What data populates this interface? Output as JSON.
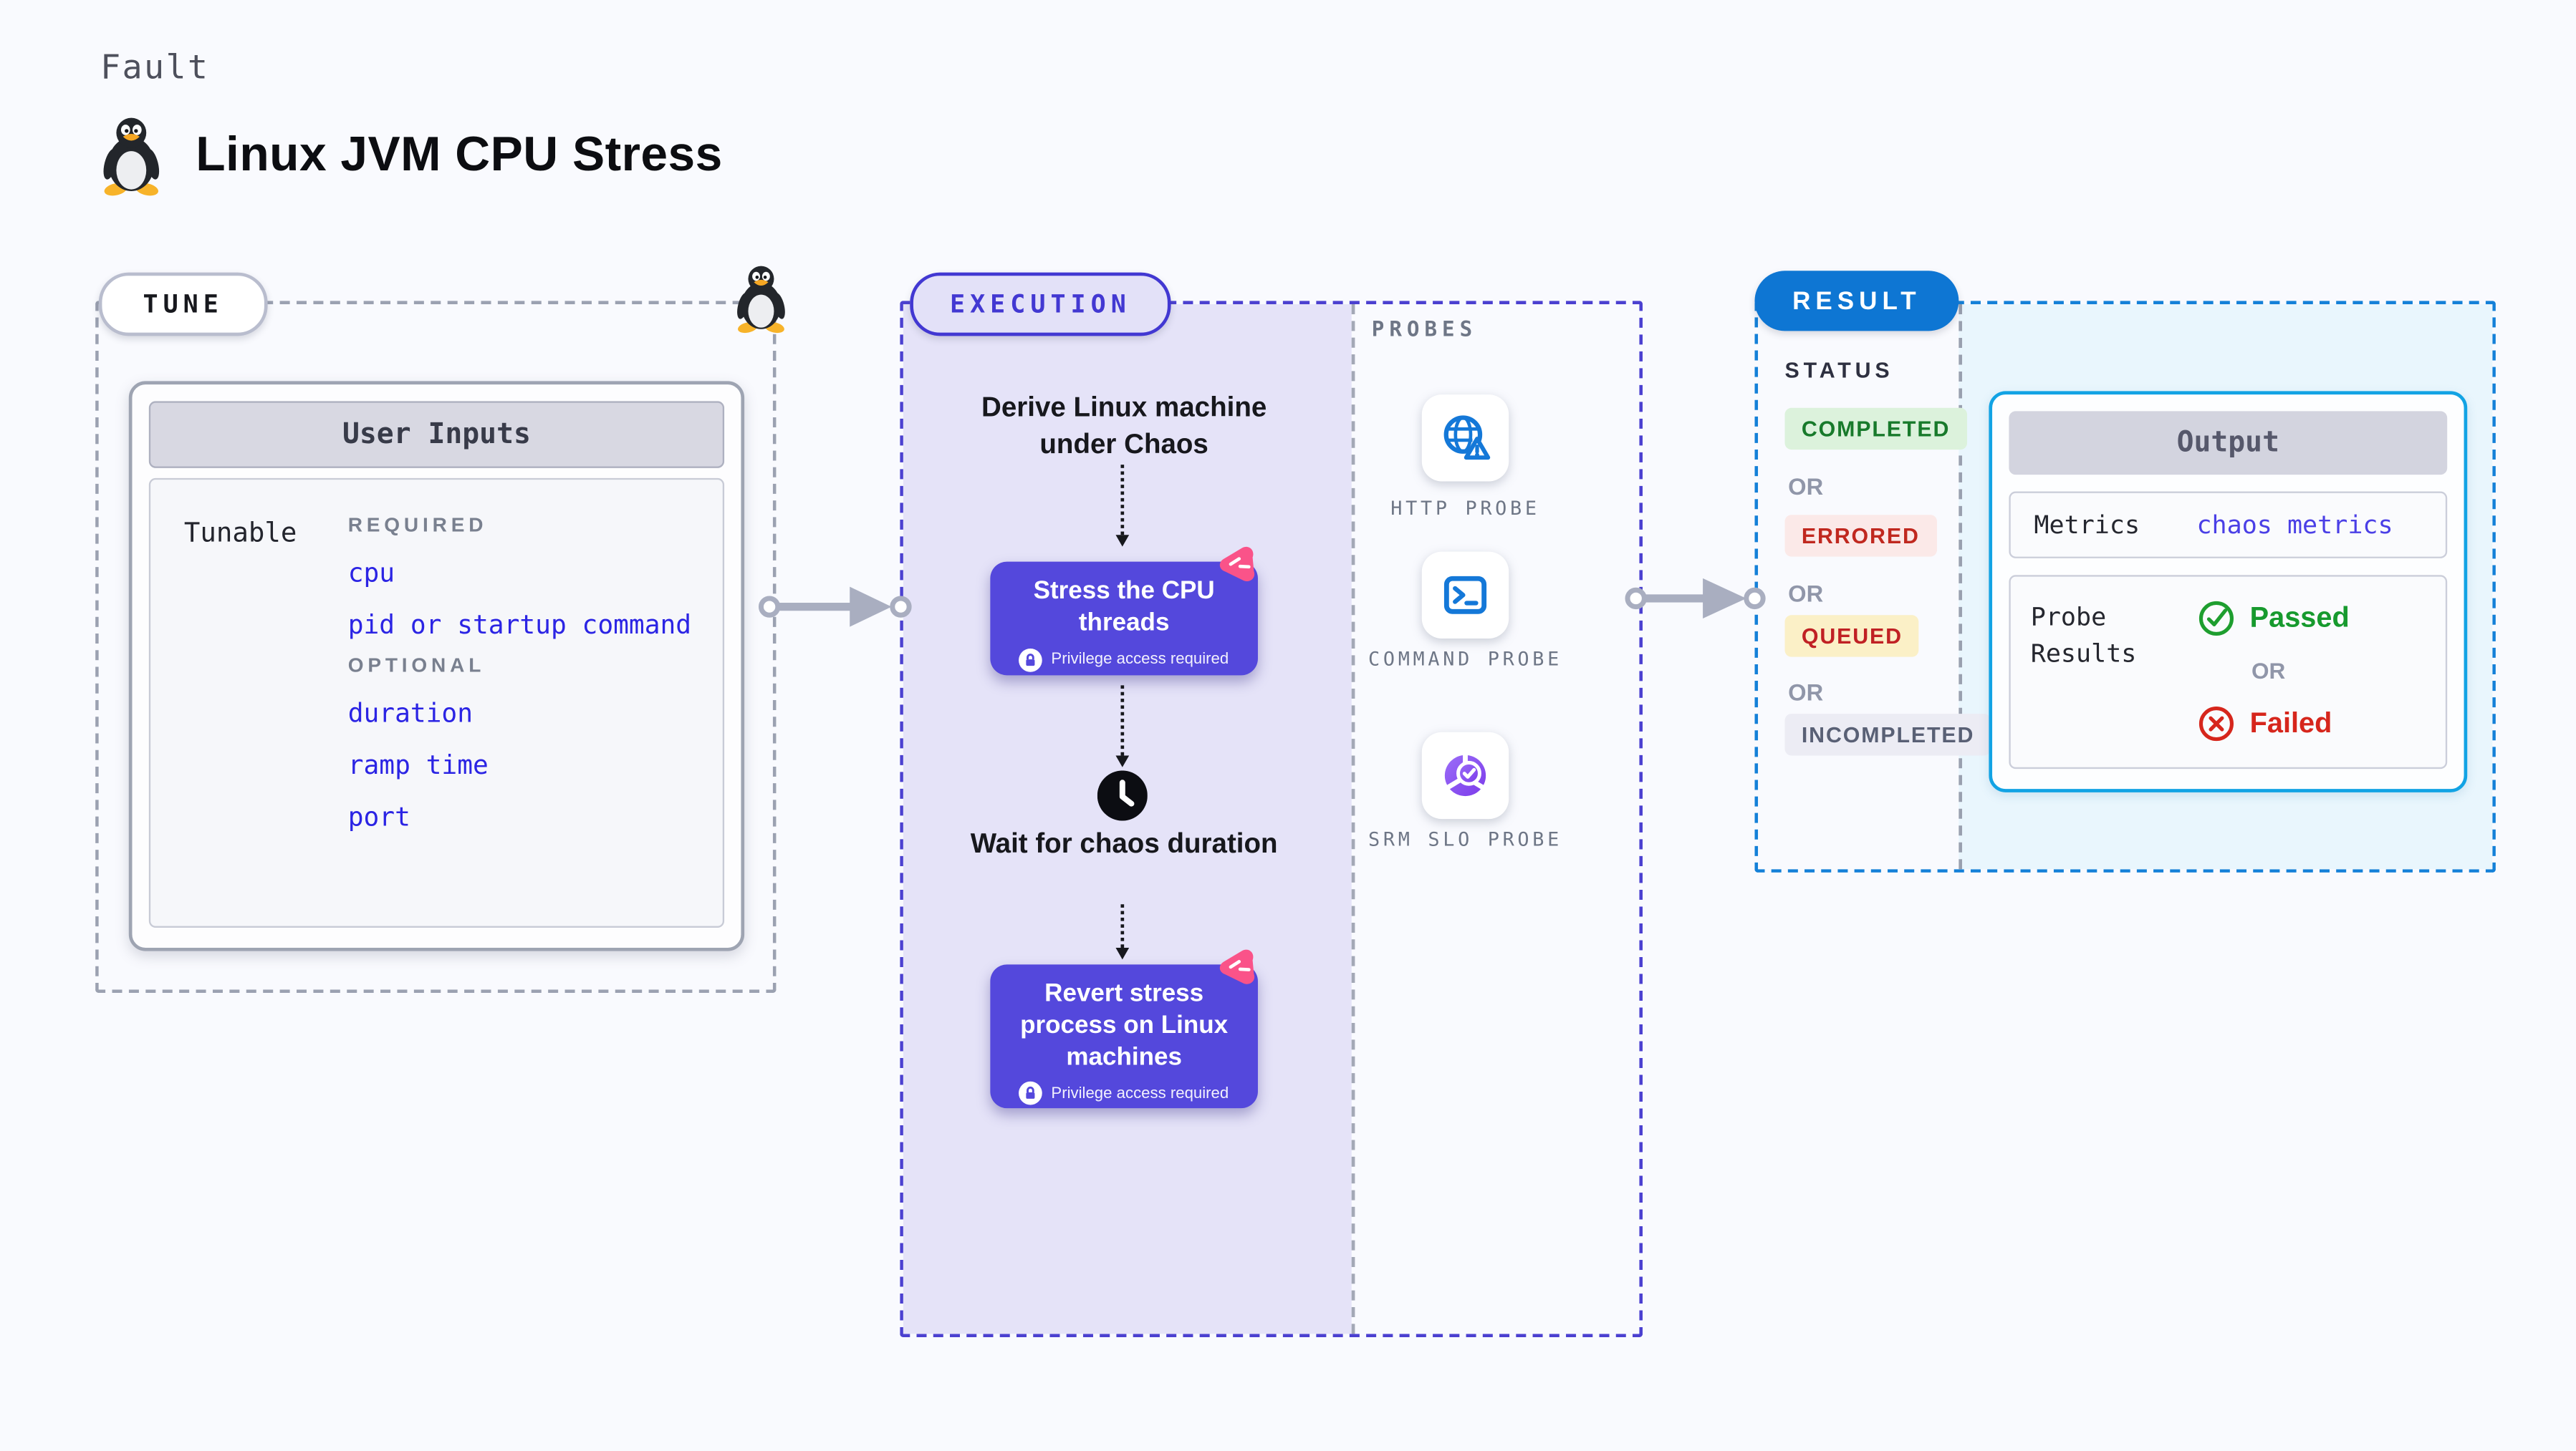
{
  "page": {
    "kicker": "Fault",
    "title": "Linux JVM CPU Stress"
  },
  "colors": {
    "page_bg": "#F9FAFE",
    "accent_indigo": "#4B40D0",
    "node_indigo": "#5448DC",
    "lavender_bg": "#E5E3F8",
    "chaos_pink": "#FA5389",
    "result_blue": "#0E76D3",
    "result_dash": "#1480D8",
    "result_bg": "#E9F6FD",
    "output_border": "#12A3E4",
    "probe_blue": "#1478D8",
    "slo_purple": "#8A5CF6",
    "passed_green": "#179A2E",
    "failed_red": "#D6261C",
    "tunable_link_blue": "#2B24E4",
    "arrow_gray": "#A9AEC0"
  },
  "tune": {
    "label": "TUNE",
    "card_title": "User Inputs",
    "row_label": "Tunable",
    "required_heading": "REQUIRED",
    "required_items": [
      "cpu",
      "pid or startup command"
    ],
    "optional_heading": "OPTIONAL",
    "optional_items": [
      "duration",
      "ramp time",
      "port"
    ]
  },
  "execution": {
    "label": "EXECUTION",
    "derive_text": "Derive Linux machine under Chaos",
    "stress_title": "Stress the CPU threads",
    "privilege_note": "Privilege access required",
    "wait_text": "Wait for chaos duration",
    "revert_title": "Revert stress process on Linux machines",
    "probes_heading": "PROBES",
    "probes": [
      {
        "label": "HTTP PROBE",
        "icon": "globe-alert-icon"
      },
      {
        "label": "COMMAND PROBE",
        "icon": "terminal-icon"
      },
      {
        "label": "SRM SLO PROBE",
        "icon": "slo-donut-icon"
      }
    ]
  },
  "result": {
    "label": "RESULT",
    "status_heading": "STATUS",
    "or_label": "OR",
    "statuses": [
      {
        "label": "COMPLETED",
        "bg": "#DCF2DC",
        "fg": "#187A2B"
      },
      {
        "label": "ERRORED",
        "bg": "#FBE9E8",
        "fg": "#C0281F"
      },
      {
        "label": "QUEUED",
        "bg": "#FBF0C7",
        "fg": "#C02124"
      },
      {
        "label": "INCOMPLETED",
        "bg": "#ECECF4",
        "fg": "#596075"
      }
    ],
    "output": {
      "title": "Output",
      "metrics_label": "Metrics",
      "metrics_value": "chaos metrics",
      "probe_results_label": "Probe Results",
      "passed_label": "Passed",
      "or_label": "OR",
      "failed_label": "Failed"
    }
  }
}
